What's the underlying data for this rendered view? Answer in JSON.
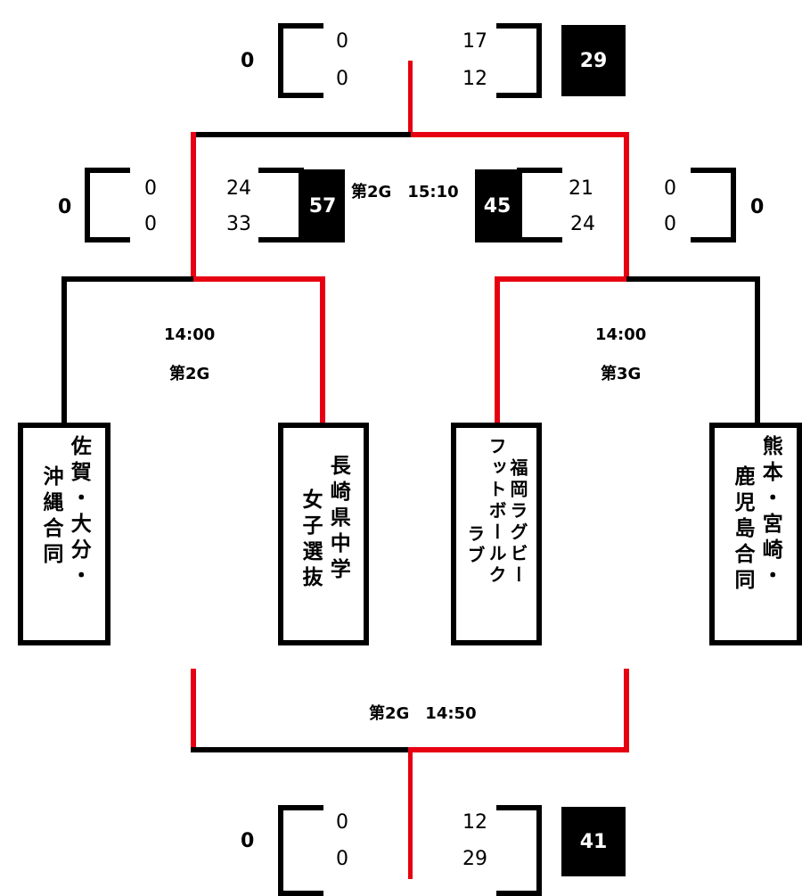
{
  "colors": {
    "winner_path": "#e60012",
    "bracket": "#000000",
    "total_bg": "#000000",
    "total_text": "#ffffff"
  },
  "top_match": {
    "left": {
      "total": "0",
      "halves": [
        "0",
        "0"
      ]
    },
    "right": {
      "total": "29",
      "halves": [
        "17",
        "12"
      ]
    }
  },
  "semifinal_left": {
    "left": {
      "total": "0",
      "halves": [
        "0",
        "0"
      ]
    },
    "right": {
      "total": "57",
      "halves": [
        "24",
        "33"
      ]
    }
  },
  "semifinal_right": {
    "left": {
      "total": "45",
      "halves": [
        "21",
        "24"
      ]
    },
    "right": {
      "total": "0",
      "halves": [
        "0",
        "0"
      ]
    }
  },
  "center_match_label": "第2G　15:10",
  "round1_left": {
    "time": "14:00",
    "ground": "第2G"
  },
  "round1_right": {
    "time": "14:00",
    "ground": "第3G"
  },
  "teams": [
    {
      "lines": [
        "佐賀・大分・",
        "沖縄合同"
      ]
    },
    {
      "lines": [
        "長崎県中学",
        "女子選抜"
      ]
    },
    {
      "lines": [
        "福岡ラグビー",
        "フットボールク",
        "ラブ"
      ]
    },
    {
      "lines": [
        "熊本・宮崎・",
        "鹿児島合同"
      ]
    }
  ],
  "bottom_match_label": "第2G　14:50",
  "bottom_match": {
    "left": {
      "total": "0",
      "halves": [
        "0",
        "0"
      ]
    },
    "right": {
      "total": "41",
      "halves": [
        "12",
        "29"
      ]
    }
  }
}
